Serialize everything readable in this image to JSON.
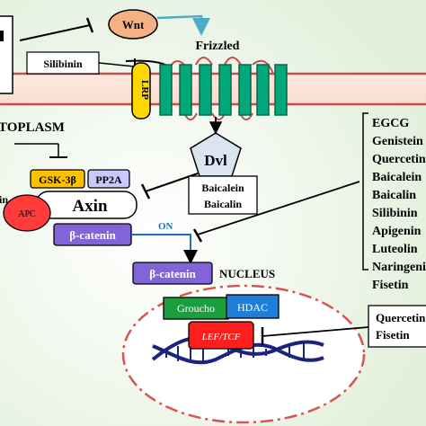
{
  "labels": {
    "wnt": "Wnt",
    "frizzled": "Frizzled",
    "silibinin_box": "Silibinin",
    "lrp": "LRP",
    "cytoplasm": "TOPLASM",
    "dvl": "Dvl",
    "gsk": "GSK-3β",
    "pp2a": "PP2A",
    "axin": "Axin",
    "apc": "APC",
    "in_fragment": "in",
    "beta_catenin_cyto": "β-catenin",
    "on": "ON",
    "beta_catenin_nuc": "β-catenin",
    "nucleus": "NUCLEUS",
    "groucho": "Groucho",
    "hdac": "HDAC",
    "lef_tcf": "LEF/TCF",
    "baicalein": "Baicalein",
    "baicalin": "Baicalin",
    "quercetin_fisetin": [
      "Quercetin",
      "Fisetin"
    ]
  },
  "compound_list": [
    "EGCG",
    "Genistein",
    "Quercetin",
    "Baicalein",
    "Baicalin",
    "Silibinin",
    "Apigenin",
    "Luteolin",
    "Naringenin",
    "Fisetin"
  ],
  "colors": {
    "membrane_line": "#c0504d",
    "membrane_fill": "#fbe3d6",
    "receptor": "#00a87a",
    "receptor_outline": "#006b4d",
    "wnt_fill": "#f4b183",
    "lrp_fill": "#ffd700",
    "dvl_fill": "#dbe5f1",
    "gsk_fill": "#ffc000",
    "pp2a_fill": "#c9c9ff",
    "apc_fill": "#ff3b3b",
    "catenin_fill": "#8064d8",
    "groucho_fill": "#1b9e3e",
    "hdac_fill": "#1f7fd6",
    "lef_fill": "#ff1e1e",
    "nucleus_border": "#d9534f",
    "arrow_blue": "#1f6fbf",
    "wnt_arrow": "#4bacc6",
    "bg_gradient": "#e6f2e0"
  }
}
